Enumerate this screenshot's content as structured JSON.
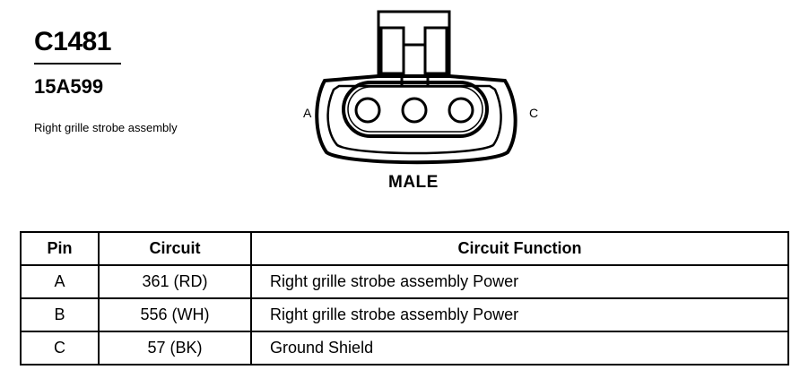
{
  "connector": {
    "id": "C1481",
    "part_number": "15A599",
    "description": "Right grille strobe assembly"
  },
  "diagram": {
    "pin_labels": {
      "left": "A",
      "right": "C"
    },
    "gender": "MALE",
    "pin_count": 3
  },
  "table": {
    "headers": {
      "pin": "Pin",
      "circuit": "Circuit",
      "function": "Circuit Function"
    },
    "rows": [
      {
        "pin": "A",
        "circuit": "361 (RD)",
        "function": "Right grille strobe assembly Power"
      },
      {
        "pin": "B",
        "circuit": "556 (WH)",
        "function": "Right grille strobe assembly Power"
      },
      {
        "pin": "C",
        "circuit": "57 (BK)",
        "function": "Ground Shield"
      }
    ]
  }
}
